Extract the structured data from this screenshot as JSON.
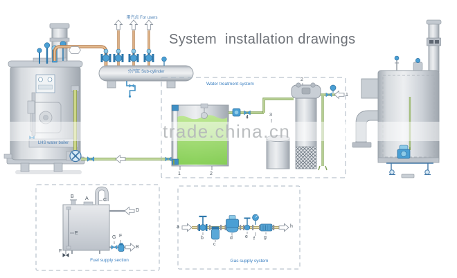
{
  "title": "System  installation drawings",
  "watermark": "trade.china.cn",
  "steam_header": {
    "users_label": "用汽点 For users",
    "name_label": "分汽缸 Sub-cylinder"
  },
  "left_boiler": {
    "label": "LHS water boiler"
  },
  "water_treatment": {
    "title": "Water treatment system",
    "callout_tank_gauge": "1",
    "callout_tank": "2",
    "callout_salt_tank": "3",
    "callout_pump_valve": "4",
    "callout_softener": "2",
    "callout_inlet": "1"
  },
  "fuel_supply": {
    "title": "Fuel supply section",
    "callout_vent": "B",
    "callout_manhole": "A",
    "callout_fill_pipe": "C",
    "callout_return": "D",
    "callout_level_gauge": "E",
    "callout_drain": "F",
    "callout_valve": "G",
    "callout_filter": "F",
    "callout_outlet": "B"
  },
  "gas_supply": {
    "title": "Gas supply system",
    "callout_inlet": "a",
    "callout_valve1": "b",
    "callout_filter": "c",
    "callout_meter": "d",
    "callout_valve2": "e",
    "callout_gauge": "f",
    "callout_regulator": "g",
    "callout_outlet": "h"
  },
  "colors": {
    "accent_blue": "#3a7fc1",
    "component_blue": "#4a9fd4",
    "pipe_orange": "#b77f4f",
    "pipe_green": "#7f9f54",
    "water_green": "#8ed35e",
    "metal_gray": "#c9ced4",
    "title_gray": "#6d7177",
    "watermark_gray": "#b4b7ba"
  }
}
